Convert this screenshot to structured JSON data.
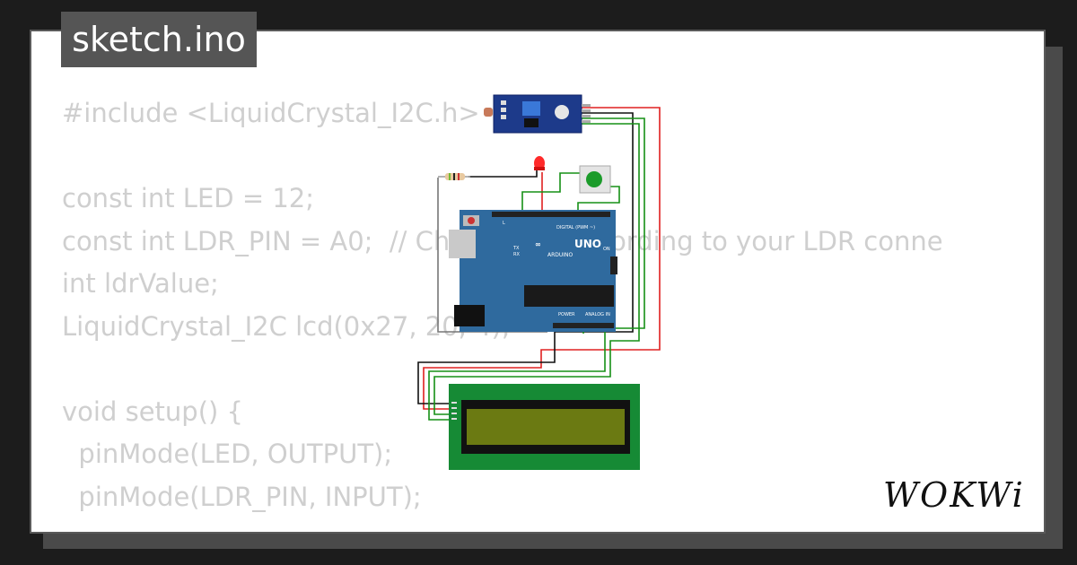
{
  "filename": "sketch.ino",
  "code_lines": [
    "#include <LiquidCrystal_I2C.h>",
    "",
    "const int LED = 12;",
    "const int LDR_PIN = A0;  // Change A0 according to your LDR conne",
    "int ldrValue;",
    "LiquidCrystal_I2C lcd(0x27, 20, 4);",
    "",
    "void setup() {",
    "  pinMode(LED, OUTPUT);",
    "  pinMode(LDR_PIN, INPUT);"
  ],
  "board": {
    "brand": "UNO",
    "sub": "ARDUINO",
    "digital_label": "DIGITAL (PWM ~)",
    "power_label": "POWER",
    "analog_label": "ANALOG IN",
    "on_label": "ON",
    "tx_label": "TX",
    "rx_label": "RX",
    "l_label": "L"
  },
  "logo": "WOKWi",
  "colors": {
    "board": "#2f6a9e",
    "wire_red": "#e02020",
    "wire_green": "#169016",
    "wire_black": "#111111",
    "lcd_frame": "#168a35",
    "lcd_screen": "#6b7a12",
    "code_text": "#cfcfcf"
  }
}
